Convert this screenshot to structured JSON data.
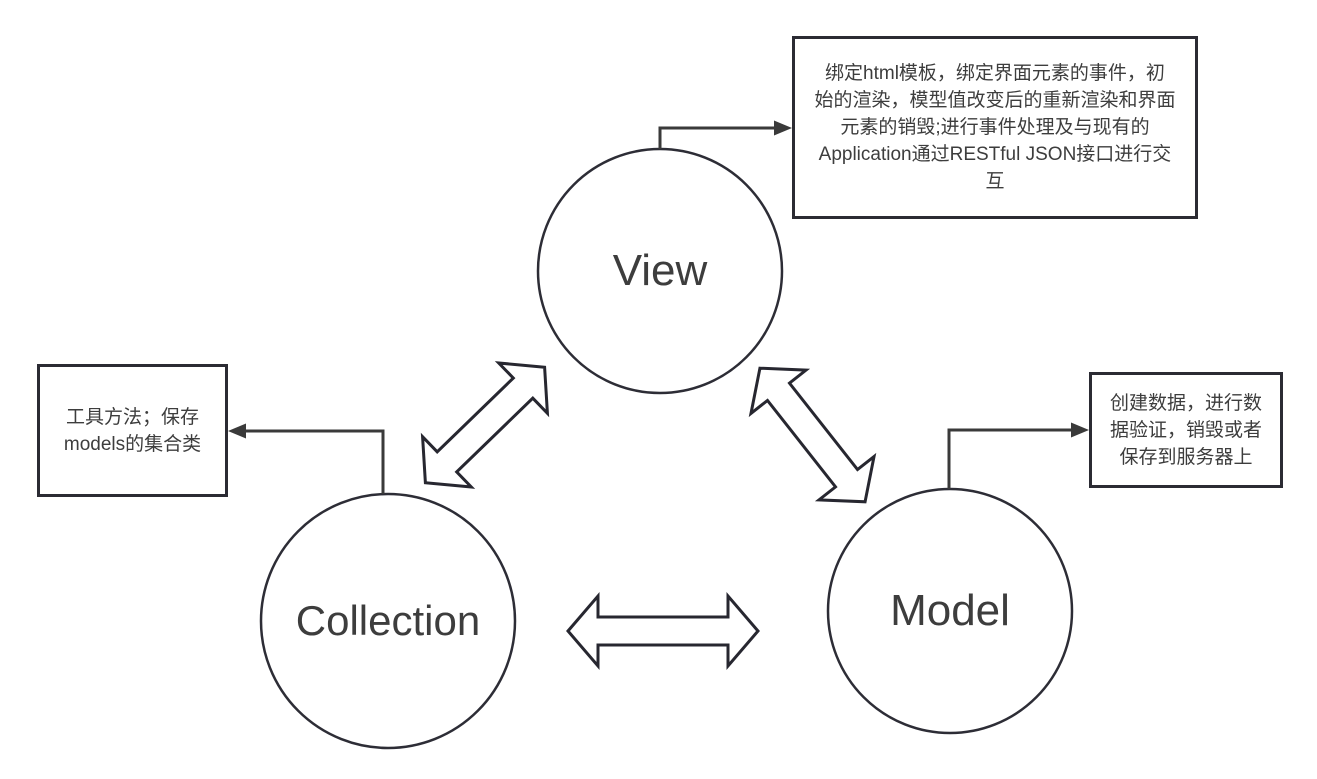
{
  "diagram": {
    "type": "mvc-architecture",
    "nodes": [
      {
        "id": "view",
        "label": "View"
      },
      {
        "id": "collection",
        "label": "Collection"
      },
      {
        "id": "model",
        "label": "Model"
      }
    ],
    "annotations": [
      {
        "id": "view-note",
        "target": "view",
        "text": "绑定html模板，绑定界面元素的事件，初始的渲染，模型值改变后的重新渲染和界面元素的销毁;进行事件处理及与现有的Application通过RESTful JSON接口进行交互",
        "lines": [
          "绑定html模板，绑定界面元素的事件，初",
          "始的渲染，模型值改变后的重新渲染和界面",
          "元素的销毁;进行事件处理及与现有的",
          "Application通过RESTful JSON接口进行交",
          "互"
        ]
      },
      {
        "id": "collection-note",
        "target": "collection",
        "text": "工具方法；保存models的集合类",
        "lines": [
          "工具方法；保存",
          "models的集合类"
        ]
      },
      {
        "id": "model-note",
        "target": "model",
        "text": "创建数据，进行数据验证，销毁或者保存到服务器上",
        "lines": [
          "创建数据，进行数",
          "据验证，销毁或者",
          "保存到服务器上"
        ]
      }
    ],
    "edges": [
      {
        "from": "view",
        "to": "collection",
        "bidirectional": true
      },
      {
        "from": "view",
        "to": "model",
        "bidirectional": true
      },
      {
        "from": "collection",
        "to": "model",
        "bidirectional": true
      }
    ],
    "colors": {
      "node_stroke": "#2d2d36",
      "arrow_stroke": "#272730",
      "connector": "#3a3a3a",
      "text": "#3d3d3d",
      "background": "#ffffff"
    }
  }
}
